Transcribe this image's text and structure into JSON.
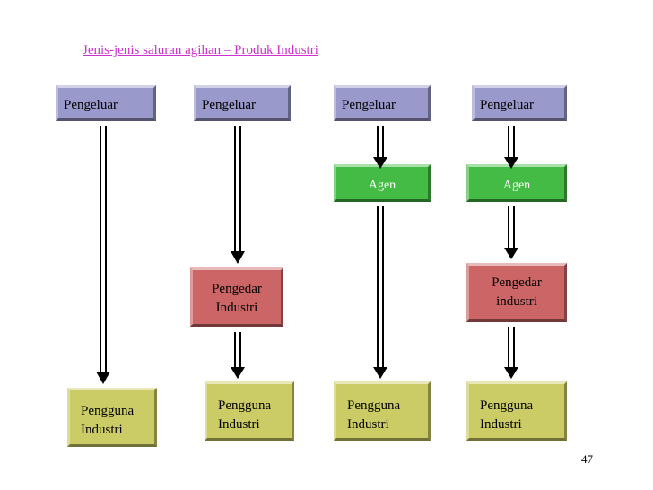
{
  "title": "Jenis-jenis saluran agihan – Produk Industri",
  "producers": [
    "Pengeluar",
    "Pengeluar",
    "Pengeluar",
    "Pengeluar"
  ],
  "agents": [
    "Agen",
    "Agen"
  ],
  "distributors": [
    {
      "line1": "Pengedar",
      "line2": "Industri"
    },
    {
      "line1": "Pengedar",
      "line2": "industri"
    }
  ],
  "users": [
    {
      "line1": "Pengguna",
      "line2": "Industri"
    },
    {
      "line1": "Pengguna",
      "line2": "Industri"
    },
    {
      "line1": "Pengguna",
      "line2": "Industri"
    },
    {
      "line1": "Pengguna",
      "line2": "Industri"
    }
  ],
  "page_number": "47",
  "colors": {
    "title": "#cc33cc",
    "producer": "#9999cc",
    "agent": "#44bb44",
    "distributor": "#cc6666",
    "user": "#cccc66"
  }
}
